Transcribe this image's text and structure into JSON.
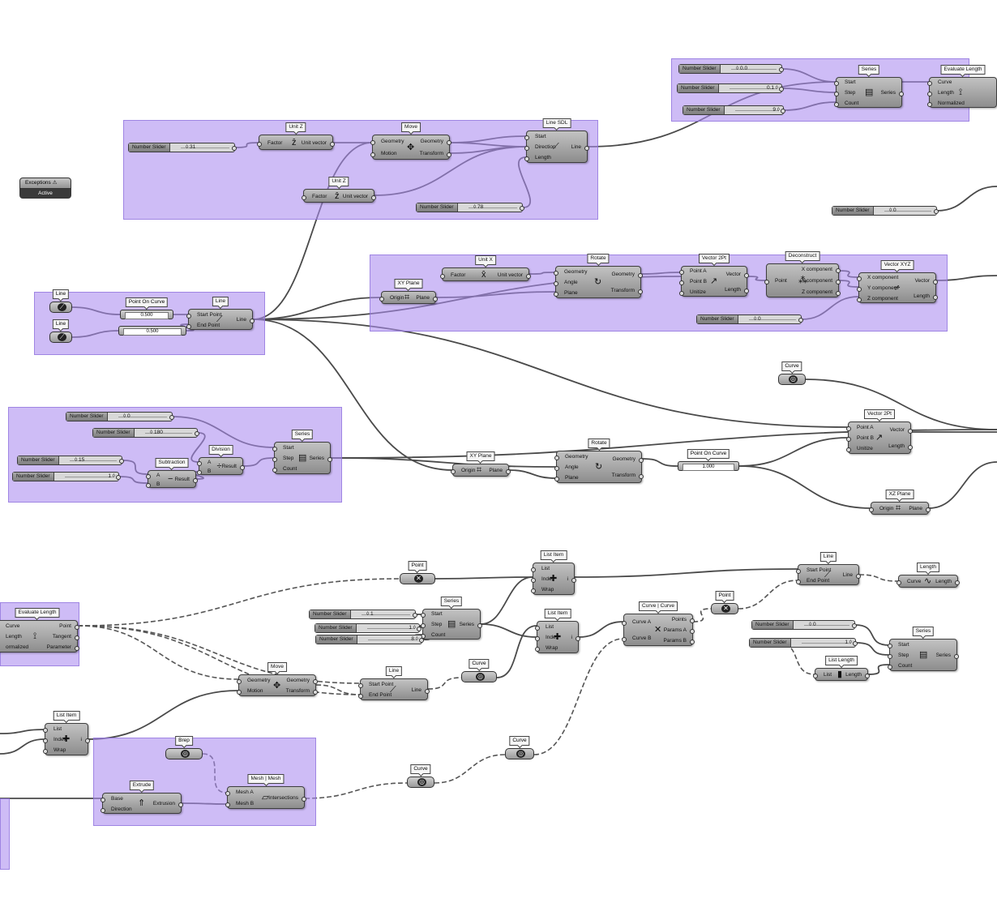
{
  "exceptions": {
    "name": "Exceptions",
    "state": "Active"
  },
  "components": [
    {
      "id": "unitz1",
      "title": "Unit Z",
      "inputs": [
        "Factor"
      ],
      "outputs": [
        "Unit vector"
      ],
      "icon": "Z"
    },
    {
      "id": "move1",
      "title": "Move",
      "inputs": [
        "Geometry",
        "Motion"
      ],
      "outputs": [
        "Geometry",
        "Transform"
      ],
      "icon": "move"
    },
    {
      "id": "linesdl",
      "title": "Line SDL",
      "inputs": [
        "Start",
        "Direction",
        "Length"
      ],
      "outputs": [
        "Line"
      ],
      "icon": "line"
    },
    {
      "id": "unitz2",
      "title": "Unit Z",
      "inputs": [
        "Factor"
      ],
      "outputs": [
        "Unit vector"
      ],
      "icon": "Z"
    },
    {
      "id": "series1",
      "title": "Series",
      "inputs": [
        "Start",
        "Step",
        "Count"
      ],
      "outputs": [
        "Series"
      ],
      "icon": "series"
    },
    {
      "id": "evallen1",
      "title": "Evaluate Length",
      "inputs": [
        "Curve",
        "Length",
        "Normalized"
      ],
      "outputs": [],
      "icon": "eval"
    },
    {
      "id": "unitx",
      "title": "Unit X",
      "inputs": [
        "Factor"
      ],
      "outputs": [
        "Unit vector"
      ],
      "icon": "X"
    },
    {
      "id": "xyplane1",
      "title": "XY Plane",
      "inputs": [
        "Origin"
      ],
      "outputs": [
        "Plane"
      ],
      "icon": "plane"
    },
    {
      "id": "rotate1",
      "title": "Rotate",
      "inputs": [
        "Geometry",
        "Angle",
        "Plane"
      ],
      "outputs": [
        "Geometry",
        "Transform"
      ],
      "icon": "rotate"
    },
    {
      "id": "vec2pt1",
      "title": "Vector 2Pt",
      "inputs": [
        "Point A",
        "Point B",
        "Unitize"
      ],
      "outputs": [
        "Vector",
        "Length"
      ],
      "icon": "vector"
    },
    {
      "id": "deconstruct",
      "title": "Deconstruct",
      "inputs": [
        "Point"
      ],
      "outputs": [
        "X component",
        "Y component",
        "Z component"
      ],
      "icon": "decon"
    },
    {
      "id": "vecxyz",
      "title": "Vector XYZ",
      "inputs": [
        "X component",
        "Y component",
        "Z component"
      ],
      "outputs": [
        "Vector",
        "Length"
      ],
      "icon": "xyz"
    },
    {
      "id": "line1",
      "title": "Line",
      "inputs": [
        "Start Point",
        "End Point"
      ],
      "outputs": [
        "Line"
      ],
      "icon": "line"
    },
    {
      "id": "subtraction",
      "title": "Subtraction",
      "inputs": [
        "A",
        "B"
      ],
      "outputs": [
        "Result"
      ],
      "icon": "minus"
    },
    {
      "id": "division",
      "title": "Division",
      "inputs": [
        "A",
        "B"
      ],
      "outputs": [
        "Result"
      ],
      "icon": "div"
    },
    {
      "id": "series2",
      "title": "Series",
      "inputs": [
        "Start",
        "Step",
        "Count"
      ],
      "outputs": [
        "Series"
      ],
      "icon": "series"
    },
    {
      "id": "xyplane2",
      "title": "XY Plane",
      "inputs": [
        "Origin"
      ],
      "outputs": [
        "Plane"
      ],
      "icon": "plane"
    },
    {
      "id": "rotate2",
      "title": "Rotate",
      "inputs": [
        "Geometry",
        "Angle",
        "Plane"
      ],
      "outputs": [
        "Geometry",
        "Transform"
      ],
      "icon": "rotate"
    },
    {
      "id": "vec2pt2",
      "title": "Vector 2Pt",
      "inputs": [
        "Point A",
        "Point B",
        "Unitize"
      ],
      "outputs": [
        "Vector",
        "Length"
      ],
      "icon": "vector"
    },
    {
      "id": "xzplane",
      "title": "XZ Plane",
      "inputs": [
        "Origin"
      ],
      "outputs": [
        "Plane"
      ],
      "icon": "plane"
    },
    {
      "id": "listitem1",
      "title": "List Item",
      "inputs": [
        "List",
        "Index",
        "Wrap"
      ],
      "outputs": [
        "i"
      ],
      "icon": "list"
    },
    {
      "id": "line2",
      "title": "Line",
      "inputs": [
        "Start Point",
        "End Point"
      ],
      "outputs": [
        "Line"
      ],
      "icon": "line"
    },
    {
      "id": "length",
      "title": "Length",
      "inputs": [
        "Curve"
      ],
      "outputs": [
        "Length"
      ],
      "icon": "length"
    },
    {
      "id": "series3",
      "title": "Series",
      "inputs": [
        "Start",
        "Step",
        "Count"
      ],
      "outputs": [
        "Series"
      ],
      "icon": "series"
    },
    {
      "id": "listitem2",
      "title": "List Item",
      "inputs": [
        "List",
        "Index",
        "Wrap"
      ],
      "outputs": [
        "i"
      ],
      "icon": "list"
    },
    {
      "id": "curvecurve",
      "title": "Curve | Curve",
      "inputs": [
        "Curve A",
        "Curve B"
      ],
      "outputs": [
        "Points",
        "Params A",
        "Params B"
      ],
      "icon": "ccx"
    },
    {
      "id": "series4",
      "title": "Series",
      "inputs": [
        "Start",
        "Step",
        "Count"
      ],
      "outputs": [
        "Series"
      ],
      "icon": "series"
    },
    {
      "id": "listlength",
      "title": "List Length",
      "inputs": [
        "List"
      ],
      "outputs": [
        "Length"
      ],
      "icon": "listlen"
    },
    {
      "id": "evallen2",
      "title": "Evaluate Length",
      "inputs": [
        "Curve",
        "Length",
        "ormalized"
      ],
      "outputs": [
        "Point",
        "Tangent",
        "Parameter"
      ],
      "icon": "eval"
    },
    {
      "id": "move2",
      "title": "Move",
      "inputs": [
        "Geometry",
        "Motion"
      ],
      "outputs": [
        "Geometry",
        "Transform"
      ],
      "icon": "move"
    },
    {
      "id": "line3",
      "title": "Line",
      "inputs": [
        "Start Point",
        "End Point"
      ],
      "outputs": [
        "Line"
      ],
      "icon": "line"
    },
    {
      "id": "listitem3",
      "title": "List Item",
      "inputs": [
        "List",
        "Index",
        "Wrap"
      ],
      "outputs": [
        "i"
      ],
      "icon": "list"
    },
    {
      "id": "extrude",
      "title": "Extrude",
      "inputs": [
        "Base",
        "Direction"
      ],
      "outputs": [
        "Extrusion"
      ],
      "icon": "extrude"
    },
    {
      "id": "meshmesh",
      "title": "Mesh | Mesh",
      "inputs": [
        "Mesh A",
        "Mesh B"
      ],
      "outputs": [
        "Intersections"
      ],
      "icon": "mesh"
    }
  ],
  "sliders": [
    {
      "id": "s1",
      "label": "Number Slider",
      "value": "◊ 0.0"
    },
    {
      "id": "s2",
      "label": "Number Slider",
      "value": "0.1 ◊"
    },
    {
      "id": "s3",
      "label": "Number Slider",
      "value": "9 ◊"
    },
    {
      "id": "s4",
      "label": "Number Slider",
      "value": "◊ 31"
    },
    {
      "id": "s5",
      "label": "Number Slider",
      "value": "◊ 78"
    },
    {
      "id": "s6",
      "label": "Number Slider",
      "value": "◊ 0"
    },
    {
      "id": "s7",
      "label": "Number Slider",
      "value": "◊ 0"
    },
    {
      "id": "s8",
      "label": "Number Slider",
      "value": "◊ 0"
    },
    {
      "id": "s9",
      "label": "Number Slider",
      "value": "◊ 180"
    },
    {
      "id": "s10",
      "label": "Number Slider",
      "value": "◊ 15"
    },
    {
      "id": "s11",
      "label": "Number Slider",
      "value": "1 ◊"
    },
    {
      "id": "s12",
      "label": "Number Slider",
      "value": "◊ 1"
    },
    {
      "id": "s13",
      "label": "Number Slider",
      "value": "1 ◊"
    },
    {
      "id": "s14",
      "label": "Number Slider",
      "value": "8 ◊"
    },
    {
      "id": "s15",
      "label": "Number Slider",
      "value": "◊ 0"
    },
    {
      "id": "s16",
      "label": "Number Slider",
      "value": "1 ◊"
    }
  ],
  "params": [
    {
      "id": "p_line1",
      "title": "Line",
      "glyph": "⟋"
    },
    {
      "id": "p_line2",
      "title": "Line",
      "glyph": "⟋"
    },
    {
      "id": "p_curve1",
      "title": "Curve",
      "glyph": "◎"
    },
    {
      "id": "p_point1",
      "title": "Point",
      "glyph": "✕"
    },
    {
      "id": "p_point2",
      "title": "Point",
      "glyph": "✕"
    },
    {
      "id": "p_curve2",
      "title": "Curve",
      "glyph": "◎"
    },
    {
      "id": "p_brep",
      "title": "Brep",
      "glyph": "◎"
    },
    {
      "id": "p_curve3",
      "title": "Curve",
      "glyph": "◎"
    },
    {
      "id": "p_curve4",
      "title": "Curve",
      "glyph": "◎"
    }
  ],
  "poc": [
    {
      "id": "poc1",
      "title": "Point On Curve",
      "value": "0.500"
    },
    {
      "id": "poc1b",
      "title": "",
      "value": "0.500"
    },
    {
      "id": "poc2",
      "title": "Point On Curve",
      "value": "1.000"
    }
  ],
  "colors": {
    "group": "#b9a1f0",
    "canvas": "#ffffff",
    "component": "#a8a8a8"
  }
}
